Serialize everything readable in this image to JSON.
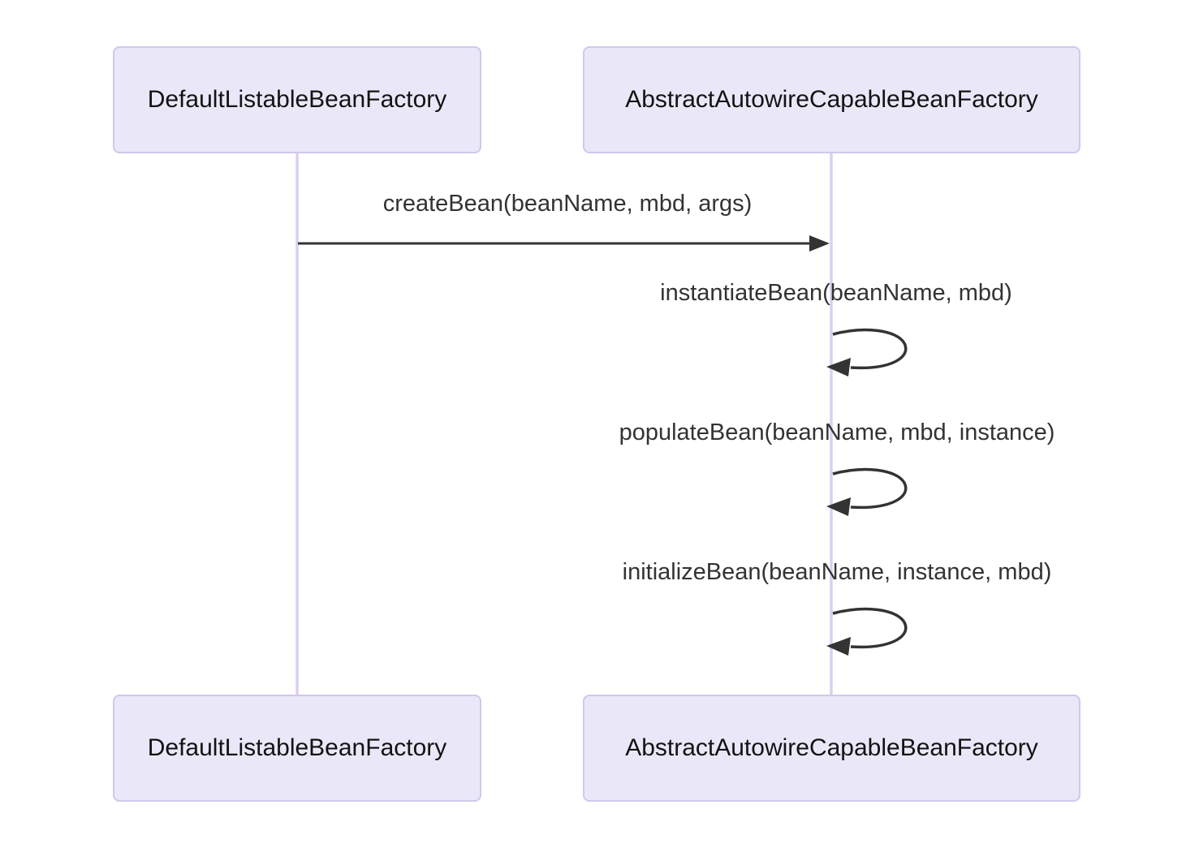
{
  "diagram": {
    "type": "sequence",
    "participants": [
      {
        "label": "DefaultListableBeanFactory"
      },
      {
        "label": "AbstractAutowireCapableBeanFactory"
      }
    ],
    "messages": [
      {
        "kind": "call",
        "from": "DefaultListableBeanFactory",
        "to": "AbstractAutowireCapableBeanFactory",
        "label": "createBean(beanName, mbd, args)"
      },
      {
        "kind": "self",
        "actor": "AbstractAutowireCapableBeanFactory",
        "label": "instantiateBean(beanName, mbd)"
      },
      {
        "kind": "self",
        "actor": "AbstractAutowireCapableBeanFactory",
        "label": "populateBean(beanName, mbd, instance)"
      },
      {
        "kind": "self",
        "actor": "AbstractAutowireCapableBeanFactory",
        "label": "initializeBean(beanName, instance, mbd)"
      }
    ],
    "colors": {
      "background": "#ffffff",
      "actor_fill": "#eae8f8",
      "actor_border": "#d2c7ec",
      "actor_text": "#131313",
      "lifeline": "#d8d0f0",
      "arrow": "#333333",
      "message_text": "#333333"
    }
  }
}
